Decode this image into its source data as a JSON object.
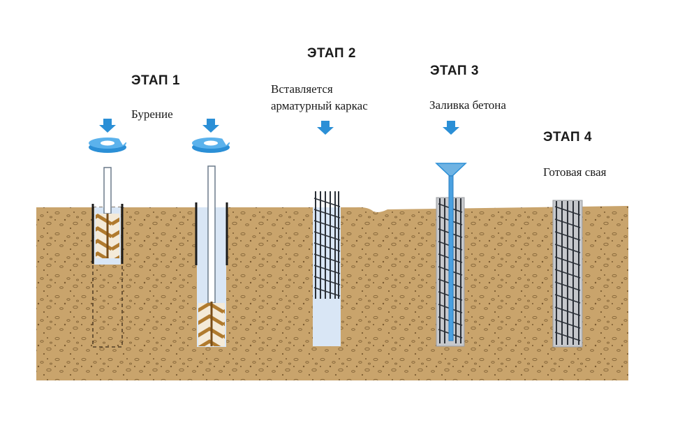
{
  "stages": [
    {
      "title": "ЭТАП 1",
      "desc": "Бурение"
    },
    {
      "title": "ЭТАП 2",
      "desc_line1": "Вставляется",
      "desc_line2": "арматурный каркас"
    },
    {
      "title": "ЭТАП 3",
      "desc": "Заливка бетона"
    },
    {
      "title": "ЭТАП 4",
      "desc": "Готовая свая"
    }
  ],
  "colors": {
    "soil": "#c9a46c",
    "soil_speck": "#8a6a3c",
    "arrow": "#2b8fd6",
    "bore": "#d9e6f5",
    "auger": "#b07a2e",
    "concrete": "#c6c8cc",
    "rebar": "#2a2f36"
  },
  "icons": [
    "down-arrow-icon",
    "rotation-icon",
    "funnel-icon"
  ]
}
